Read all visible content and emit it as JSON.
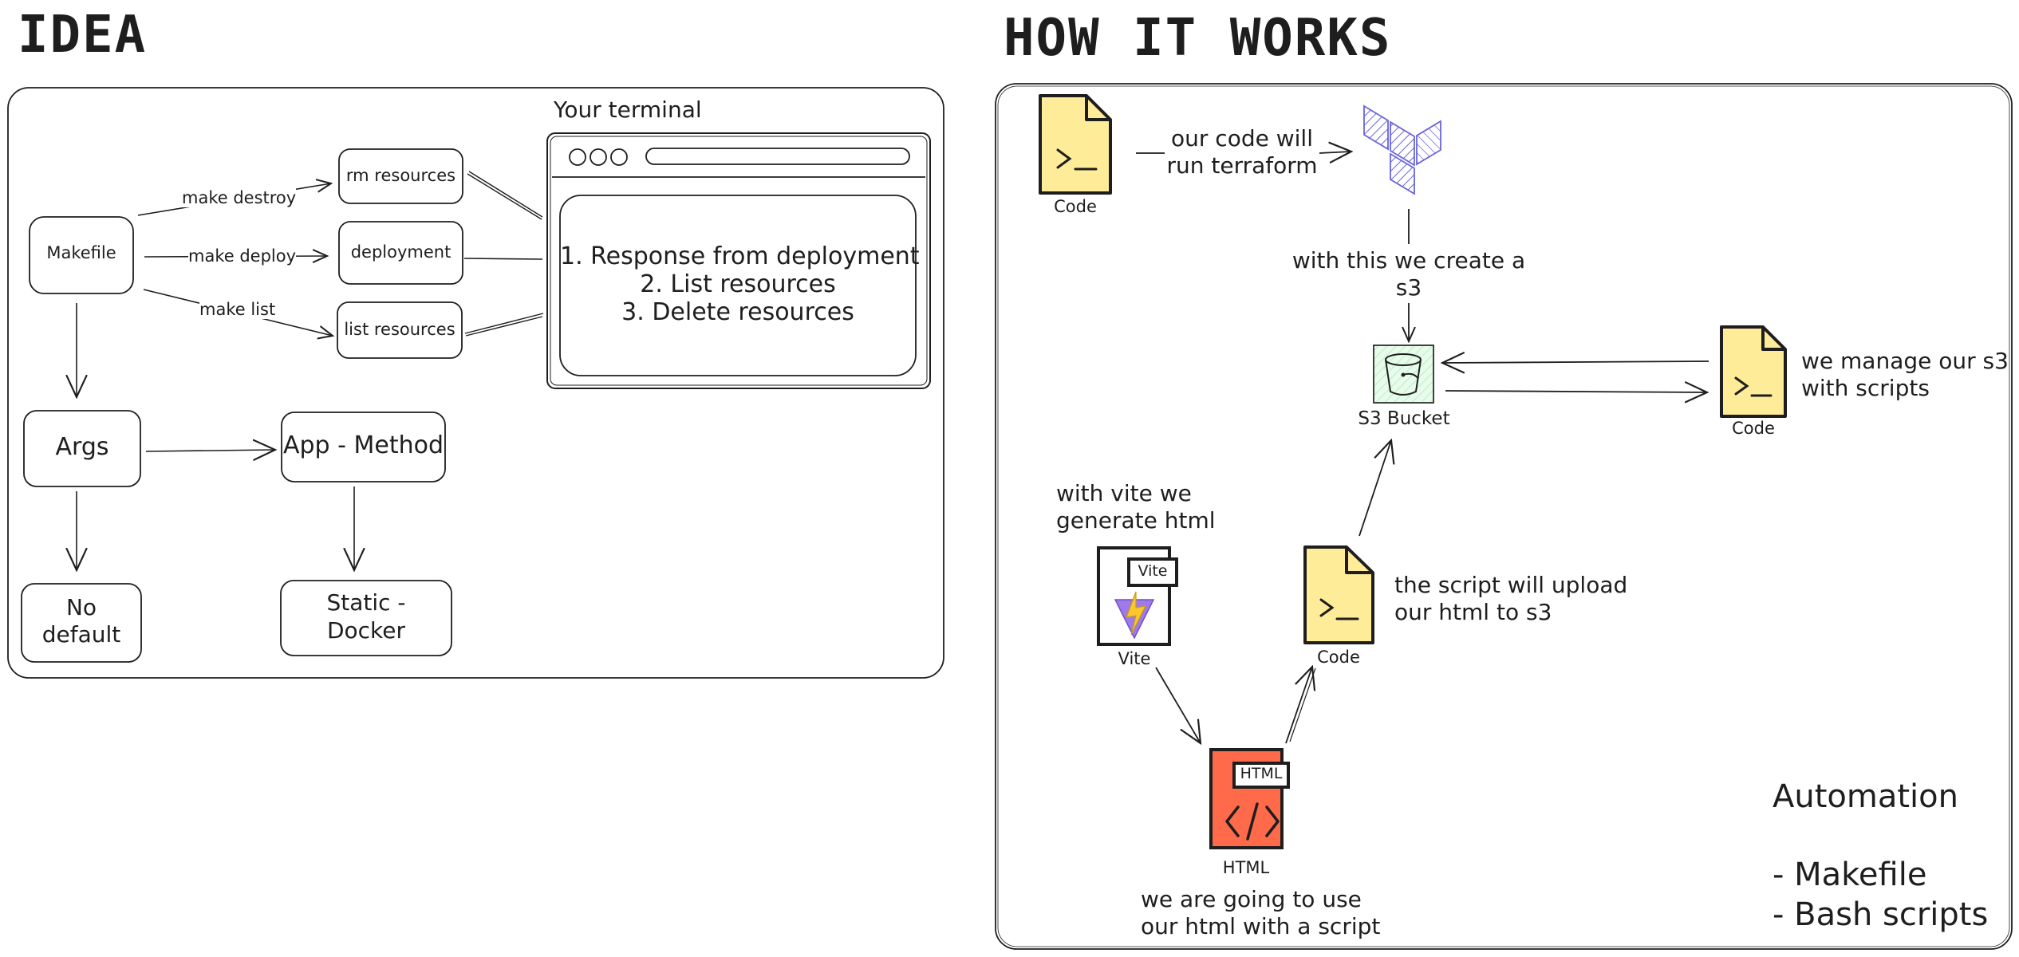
{
  "idea": {
    "title": "IDEA",
    "terminal_label": "Your terminal",
    "makefile": "Makefile",
    "edges": {
      "destroy": "make destroy",
      "deploy": "make deploy",
      "list": "make list"
    },
    "rm_resources": "rm resources",
    "deployment": "deployment",
    "list_resources": "list resources",
    "terminal_lines": [
      "1. Response from deployment",
      "2. List resources",
      "3. Delete resources"
    ],
    "args": "Args",
    "app_method": "App - Method",
    "no_default": [
      "No",
      "default"
    ],
    "static_docker": [
      "Static -",
      "Docker"
    ]
  },
  "how": {
    "title": "HOW IT WORKS",
    "code_label": "Code",
    "our_code": [
      "our code will",
      "run terraform"
    ],
    "with_this": [
      "with this we create a",
      "s3"
    ],
    "s3_bucket": "S3 Bucket",
    "manage": [
      "we manage our s3",
      "with scripts"
    ],
    "vite_generate": [
      "with vite we",
      "generate html"
    ],
    "vite_badge": "Vite",
    "vite_label": "Vite",
    "script_upload": [
      "the script will upload",
      "our html to s3"
    ],
    "html_badge": "HTML",
    "html_label": "HTML",
    "html_use": [
      "we are going to use",
      "our html with a script"
    ],
    "automation": {
      "title": "Automation",
      "items": [
        "- Makefile",
        "- Bash scripts"
      ]
    }
  },
  "colors": {
    "stroke": "#1e1e1e",
    "code_fill": "#ffec99",
    "terraform": "#6965db",
    "s3_fill": "#b2f2bb",
    "html_fill": "#ff6b4a",
    "vite_purple": "#9f7aea",
    "vite_yellow": "#fcc72b"
  }
}
